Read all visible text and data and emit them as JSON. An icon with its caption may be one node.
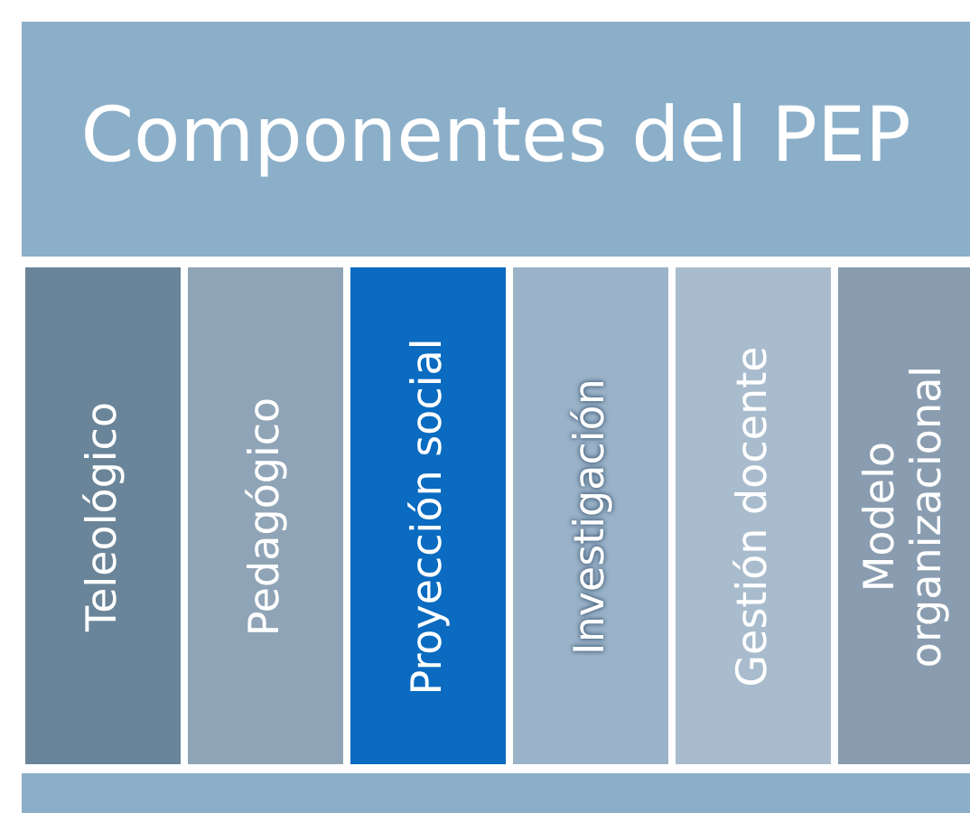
{
  "diagram": {
    "nodes": [
      {
        "text": [
          "Componentes del PEP"
        ]
      },
      {
        "text": [
          "Teleológico"
        ]
      },
      {
        "text": [
          "Pedagógico"
        ]
      },
      {
        "text": [
          "Proyección social"
        ]
      },
      {
        "text": [
          "Investigación"
        ]
      },
      {
        "text": [
          "Gestión docente"
        ]
      },
      {
        "text": [
          "Modelo organizacional"
        ]
      },
      {
        "text": [],
        "shape": "bar"
      }
    ],
    "edges": []
  }
}
